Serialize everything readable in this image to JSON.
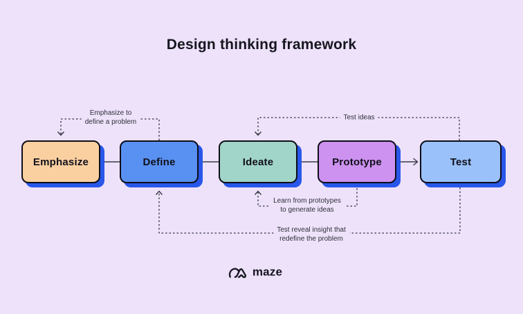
{
  "title": "Design thinking framework",
  "colors": {
    "background": "#EDE2FA",
    "shadow": "#2857E9",
    "border": "#0D0D17",
    "line": "#33333E",
    "annotation_text": "#2E2E38"
  },
  "boxes": [
    {
      "label": "Emphasize",
      "fill": "#FBD0A1"
    },
    {
      "label": "Define",
      "fill": "#5991F2"
    },
    {
      "label": "Ideate",
      "fill": "#A2D5C9"
    },
    {
      "label": "Prototype",
      "fill": "#CD92F0"
    },
    {
      "label": "Test",
      "fill": "#9AC1FA"
    }
  ],
  "annotations": [
    {
      "name": "define-to-emphasize",
      "lines": [
        "Emphasize to",
        "define a problem"
      ]
    },
    {
      "name": "test-to-ideate",
      "lines": [
        "Test ideas"
      ]
    },
    {
      "name": "prototype-to-ideate",
      "lines": [
        "Learn from prototypes",
        "to generate ideas"
      ]
    },
    {
      "name": "test-to-define",
      "lines": [
        "Test reveal insight that",
        "redefine the problem"
      ]
    }
  ],
  "logo": {
    "label": "maze"
  }
}
